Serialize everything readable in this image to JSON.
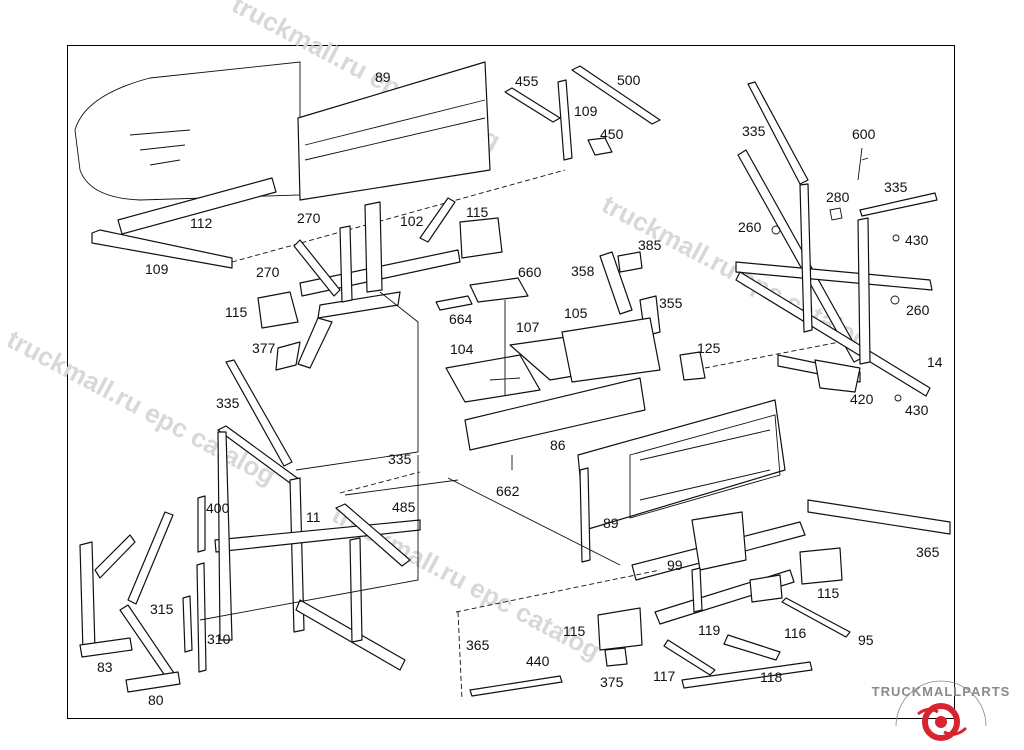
{
  "watermark": "truckmall.ru epc catalog",
  "logo": {
    "text": "TRUCKMALLPARTS",
    "color_red": "#d9232e",
    "color_gray": "#8a8a8a"
  },
  "callouts": {
    "c89a": "89",
    "c455": "455",
    "c500": "500",
    "c109a": "109",
    "c450": "450",
    "c335a": "335",
    "c600": "600",
    "c280": "280",
    "c335b": "335",
    "c430a": "430",
    "c260a": "260",
    "c260b": "260",
    "c14": "14",
    "c420": "420",
    "c430b": "430",
    "c112": "112",
    "c109b": "109",
    "c270a": "270",
    "c102": "102",
    "c115a": "115",
    "c270b": "270",
    "c115b": "115",
    "c377": "377",
    "c664": "664",
    "c660": "660",
    "c358": "358",
    "c385": "385",
    "c355": "355",
    "c105": "105",
    "c107": "107",
    "c104": "104",
    "c125": "125",
    "c86": "86",
    "c662": "662",
    "c335c": "335",
    "c335d": "335",
    "c485": "485",
    "c11": "11",
    "c400": "400",
    "c89b": "89",
    "c99": "99",
    "c365a": "365",
    "c115c": "115",
    "c315": "315",
    "c310": "310",
    "c83": "83",
    "c80": "80",
    "c365b": "365",
    "c440": "440",
    "c115d": "115",
    "c375": "375",
    "c119": "119",
    "c116": "116",
    "c95": "95",
    "c117": "117",
    "c118": "118"
  }
}
